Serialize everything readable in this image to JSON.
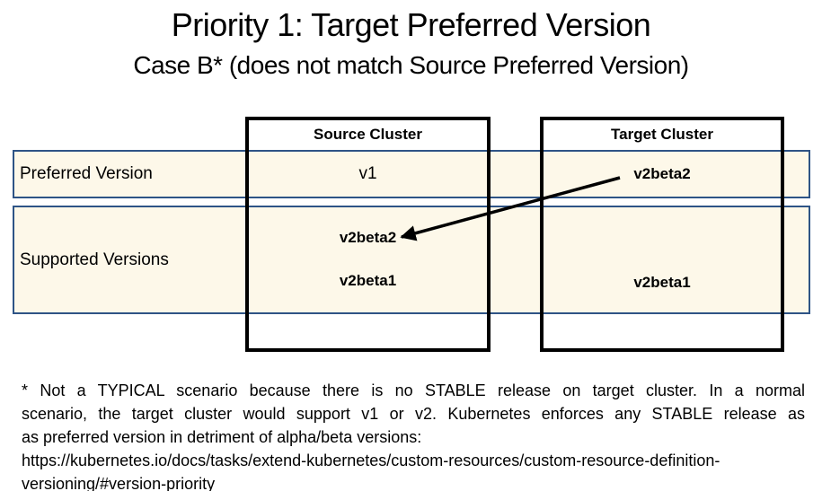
{
  "title": "Priority 1: Target Preferred Version",
  "subtitle": "Case B* (does not match Source Preferred Version)",
  "table": {
    "columns": [
      {
        "label": "Source Cluster"
      },
      {
        "label": "Target Cluster"
      }
    ],
    "rows": [
      {
        "label": "Preferred Version",
        "source": "v1",
        "target": "v2beta2"
      },
      {
        "label": "Supported Versions",
        "source": [
          "v2beta2",
          "v2beta1"
        ],
        "target": [
          "v2beta1"
        ]
      }
    ]
  },
  "arrow": {
    "name": "arrow-target-preferred-to-source-supported",
    "from_label": "v2beta2",
    "to_label": "v2beta2",
    "color": "#000000"
  },
  "colors": {
    "background": "#ffffff",
    "row_fill": "#fdf8e9",
    "row_border": "#2e5486",
    "cluster_box_border": "#000000",
    "text": "#000000"
  },
  "footer": {
    "lines": [
      "* Not a TYPICAL scenario because there is no STABLE release on target cluster. In a normal",
      "scenario, the target cluster would support v1 or v2. Kubernetes enforces any STABLE release as",
      "as preferred version in detriment of alpha/beta versions:",
      "https://kubernetes.io/docs/tasks/extend-kubernetes/custom-resources/custom-resource-definition-",
      "versioning/#version-priority"
    ]
  }
}
